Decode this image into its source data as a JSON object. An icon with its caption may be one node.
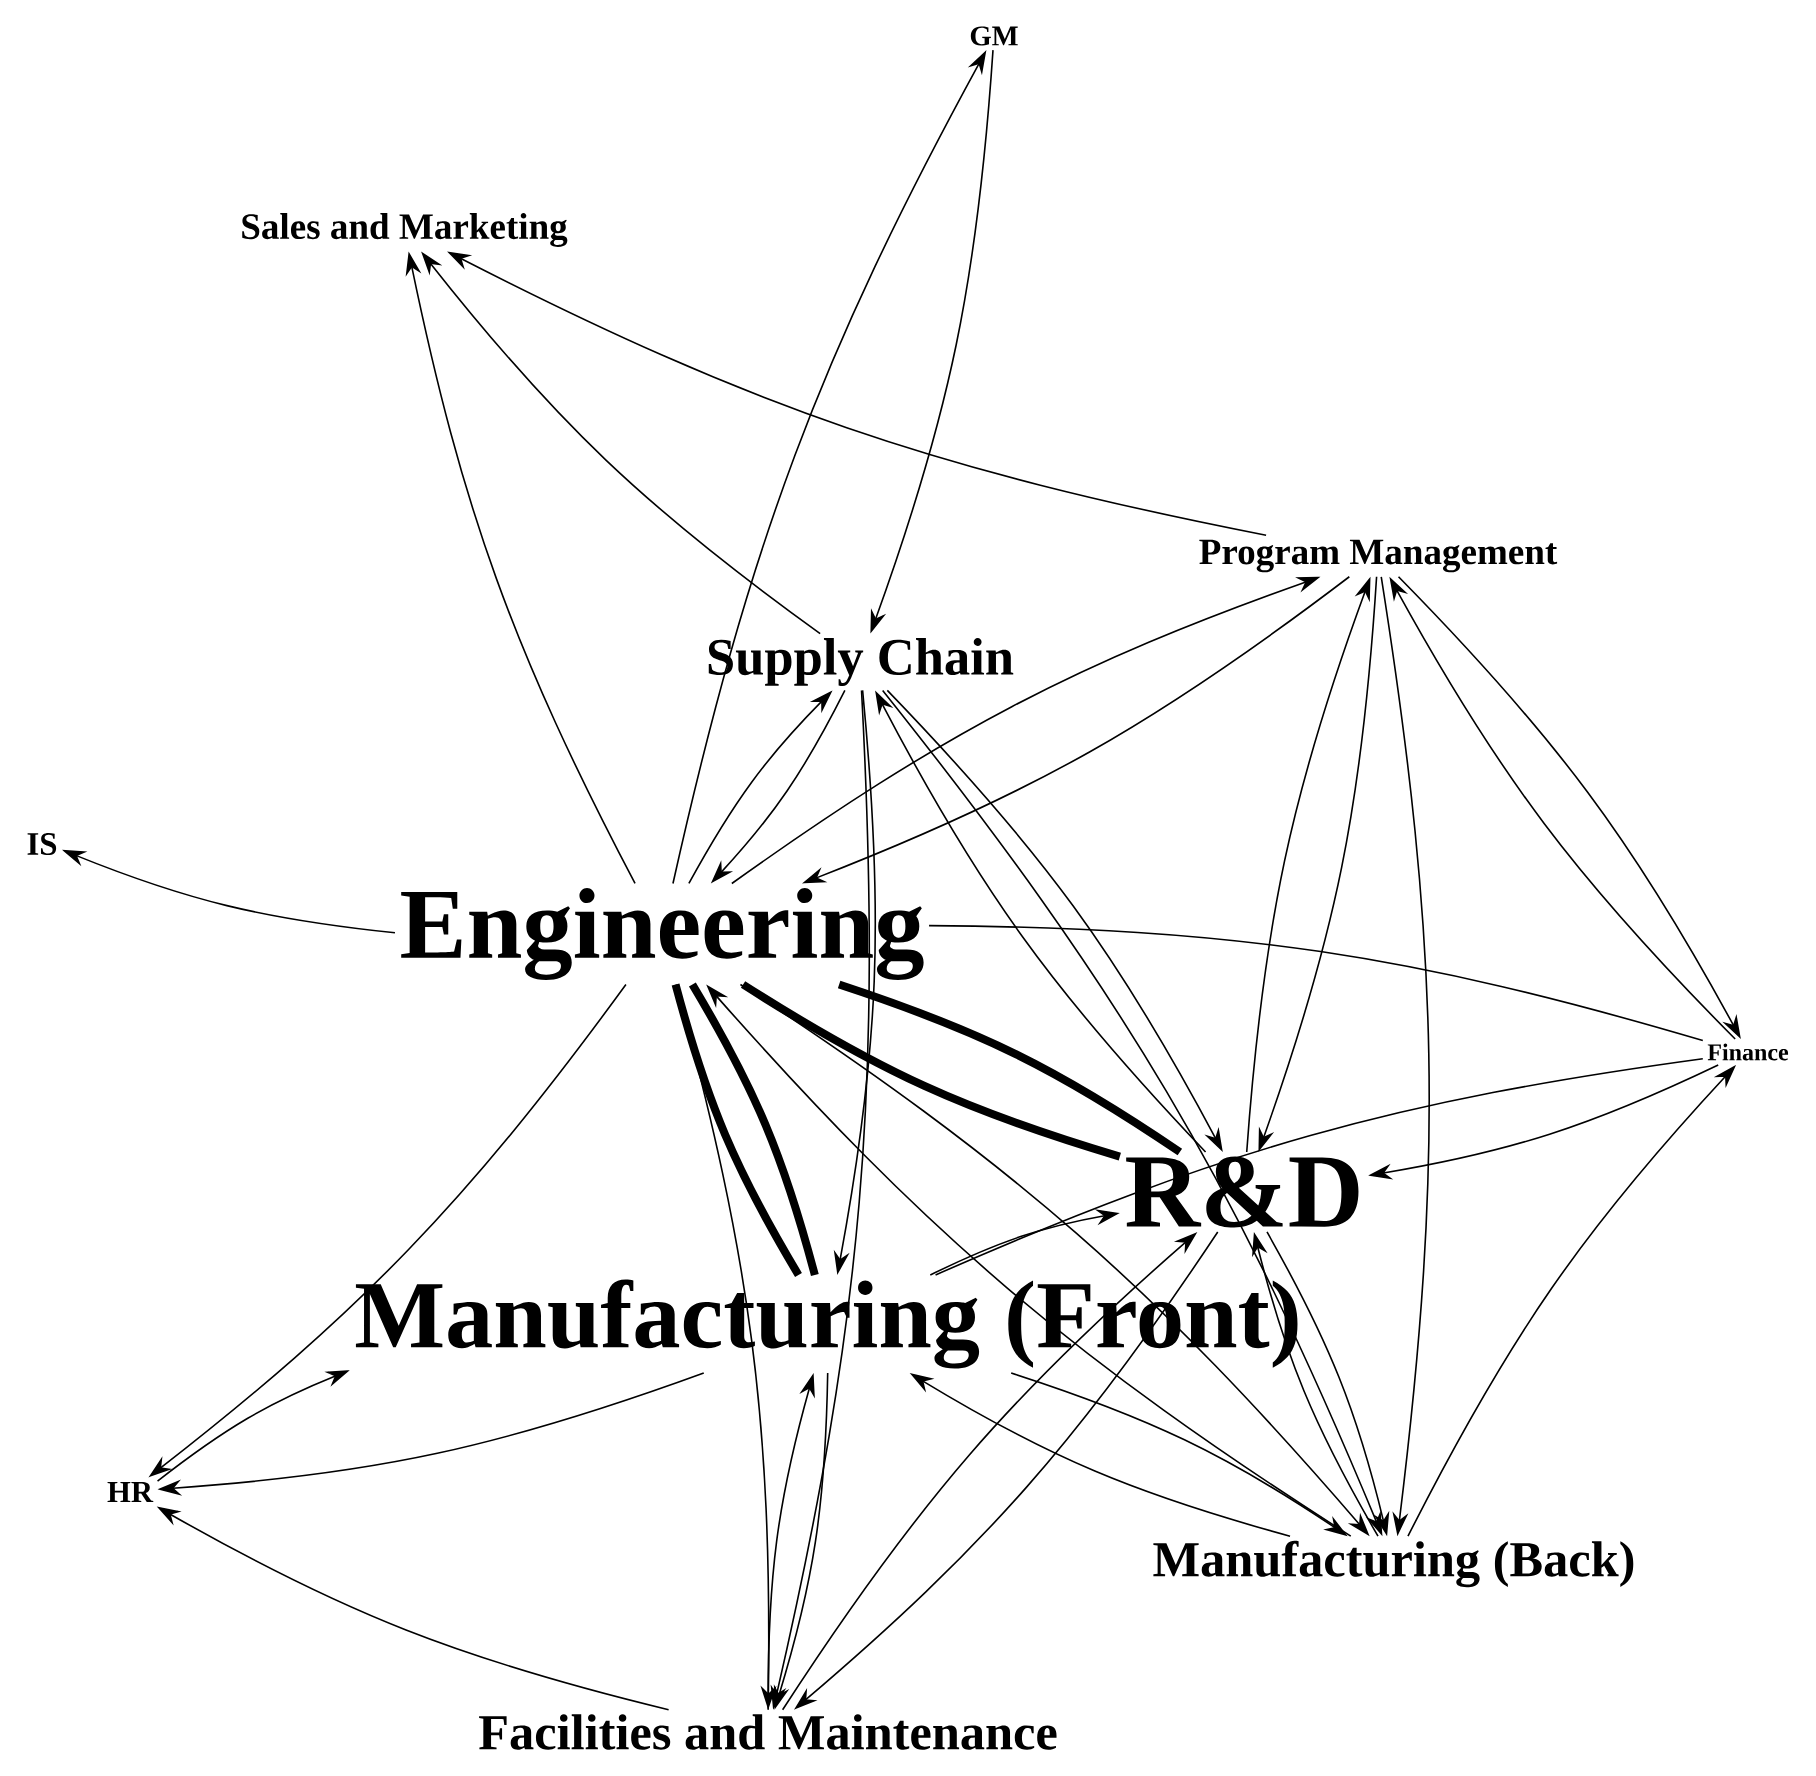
{
  "diagram": {
    "nodes": [
      {
        "text": [
          "GM"
        ]
      },
      {
        "text": [
          "Sales and Marketing"
        ]
      },
      {
        "text": [
          "Program Management"
        ]
      },
      {
        "text": [
          "Supply Chain"
        ]
      },
      {
        "text": [
          "IS"
        ]
      },
      {
        "text": [
          "Engineering"
        ]
      },
      {
        "text": [
          "Finance"
        ]
      },
      {
        "text": [
          "R&D"
        ]
      },
      {
        "text": [
          "Manufacturing (Front)"
        ]
      },
      {
        "text": [
          "HR"
        ]
      },
      {
        "text": [
          "Manufacturing (Back)"
        ]
      },
      {
        "text": [
          "Facilities and Maintenance"
        ]
      }
    ],
    "edges": [
      {
        "from": 5,
        "to": 0,
        "arrow": "to"
      },
      {
        "from": 0,
        "to": 3,
        "arrow": "to"
      },
      {
        "from": 5,
        "to": 1,
        "arrow": "to"
      },
      {
        "from": 3,
        "to": 1,
        "arrow": "to"
      },
      {
        "from": 2,
        "to": 1,
        "arrow": "to"
      },
      {
        "from": 5,
        "to": 4,
        "arrow": "to"
      },
      {
        "from": 3,
        "to": 5,
        "arrow": "to"
      },
      {
        "from": 5,
        "to": 3,
        "arrow": "to"
      },
      {
        "from": 5,
        "to": 2,
        "arrow": "to"
      },
      {
        "from": 2,
        "to": 5,
        "arrow": "to"
      },
      {
        "from": 7,
        "to": 2,
        "arrow": "to"
      },
      {
        "from": 2,
        "to": 7,
        "arrow": "to"
      },
      {
        "from": 2,
        "to": 10,
        "arrow": "to"
      },
      {
        "from": 2,
        "to": 6,
        "arrow": "to"
      },
      {
        "from": 6,
        "to": 2,
        "arrow": "to"
      },
      {
        "from": 3,
        "to": 7,
        "arrow": "to"
      },
      {
        "from": 7,
        "to": 3,
        "arrow": "to"
      },
      {
        "from": 3,
        "to": 10,
        "arrow": "to"
      },
      {
        "from": 3,
        "to": 8,
        "arrow": "to"
      },
      {
        "from": 3,
        "to": 11,
        "arrow": "to"
      },
      {
        "from": 5,
        "to": 11,
        "arrow": "to"
      },
      {
        "from": 8,
        "to": 11,
        "arrow": "to"
      },
      {
        "from": 11,
        "to": 8,
        "arrow": "to"
      },
      {
        "from": 5,
        "to": 9,
        "arrow": "to"
      },
      {
        "from": 8,
        "to": 9,
        "arrow": "to"
      },
      {
        "from": 9,
        "to": 8,
        "arrow": "to"
      },
      {
        "from": 11,
        "to": 9,
        "arrow": "to"
      },
      {
        "from": 5,
        "to": 8,
        "arrow": "none",
        "style": "thick"
      },
      {
        "from": 8,
        "to": 5,
        "arrow": "none",
        "style": "thick"
      },
      {
        "from": 5,
        "to": 7,
        "arrow": "none",
        "style": "thick"
      },
      {
        "from": 7,
        "to": 5,
        "arrow": "none",
        "style": "thick"
      },
      {
        "from": 5,
        "to": 6,
        "arrow": "none"
      },
      {
        "from": 6,
        "to": 7,
        "arrow": "to"
      },
      {
        "from": 8,
        "to": 6,
        "arrow": "none"
      },
      {
        "from": 8,
        "to": 7,
        "arrow": "to"
      },
      {
        "from": 11,
        "to": 7,
        "arrow": "to"
      },
      {
        "from": 7,
        "to": 11,
        "arrow": "to"
      },
      {
        "from": 10,
        "to": 6,
        "arrow": "to"
      },
      {
        "from": 5,
        "to": 10,
        "arrow": "to"
      },
      {
        "from": 10,
        "to": 5,
        "arrow": "to"
      },
      {
        "from": 7,
        "to": 10,
        "arrow": "to"
      },
      {
        "from": 10,
        "to": 7,
        "arrow": "to"
      },
      {
        "from": 8,
        "to": 10,
        "arrow": "to"
      },
      {
        "from": 10,
        "to": 8,
        "arrow": "to"
      }
    ]
  }
}
